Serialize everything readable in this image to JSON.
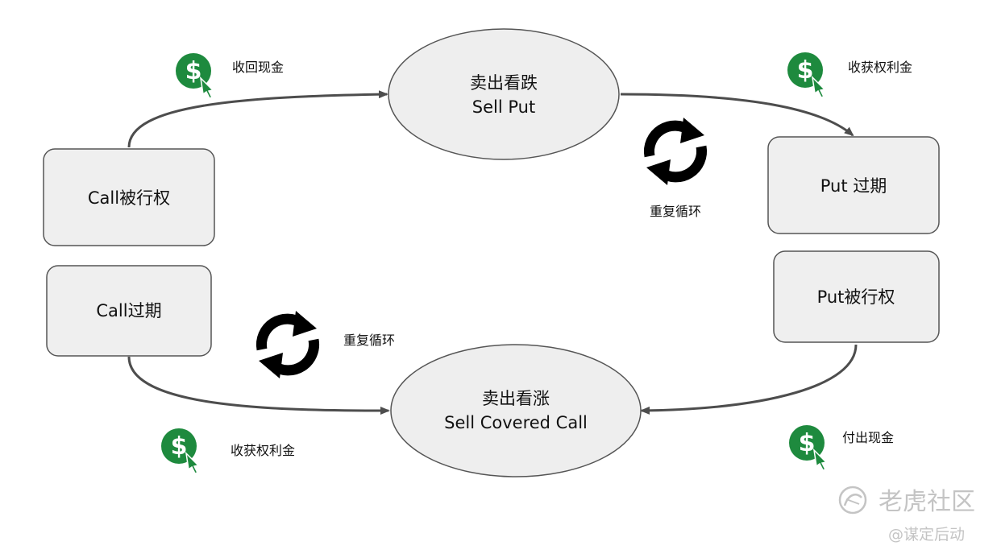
{
  "nodes": {
    "sell_put": {
      "line1": "卖出看跌",
      "line2": "Sell Put"
    },
    "put_expire": {
      "label": "Put 过期"
    },
    "put_assigned": {
      "label": "Put被行权"
    },
    "sell_call": {
      "line1": "卖出看涨",
      "line2": "Sell Covered Call"
    },
    "call_expire": {
      "label": "Call过期"
    },
    "call_assigned": {
      "label": "Call被行权"
    }
  },
  "captions": {
    "cash_back": "收回现金",
    "premium_top": "收获权利金",
    "pay_cash": "付出现金",
    "premium_bottom": "收获权利金",
    "repeat_top": "重复循环",
    "repeat_bottom": "重复循环"
  },
  "watermark": {
    "brand": "老虎社区",
    "author": "@谋定后动"
  },
  "icons": {
    "money": "dollar-cursor-icon",
    "cycle": "refresh-cycle-icon"
  },
  "colors": {
    "ellipse_fill": "#eeeeee",
    "box_fill": "#efefef",
    "stroke": "#555555",
    "arrow": "#4d4d4d",
    "money_green": "#1e8a3e",
    "cycle_black": "#000000",
    "watermark": "#c4c4c4"
  }
}
